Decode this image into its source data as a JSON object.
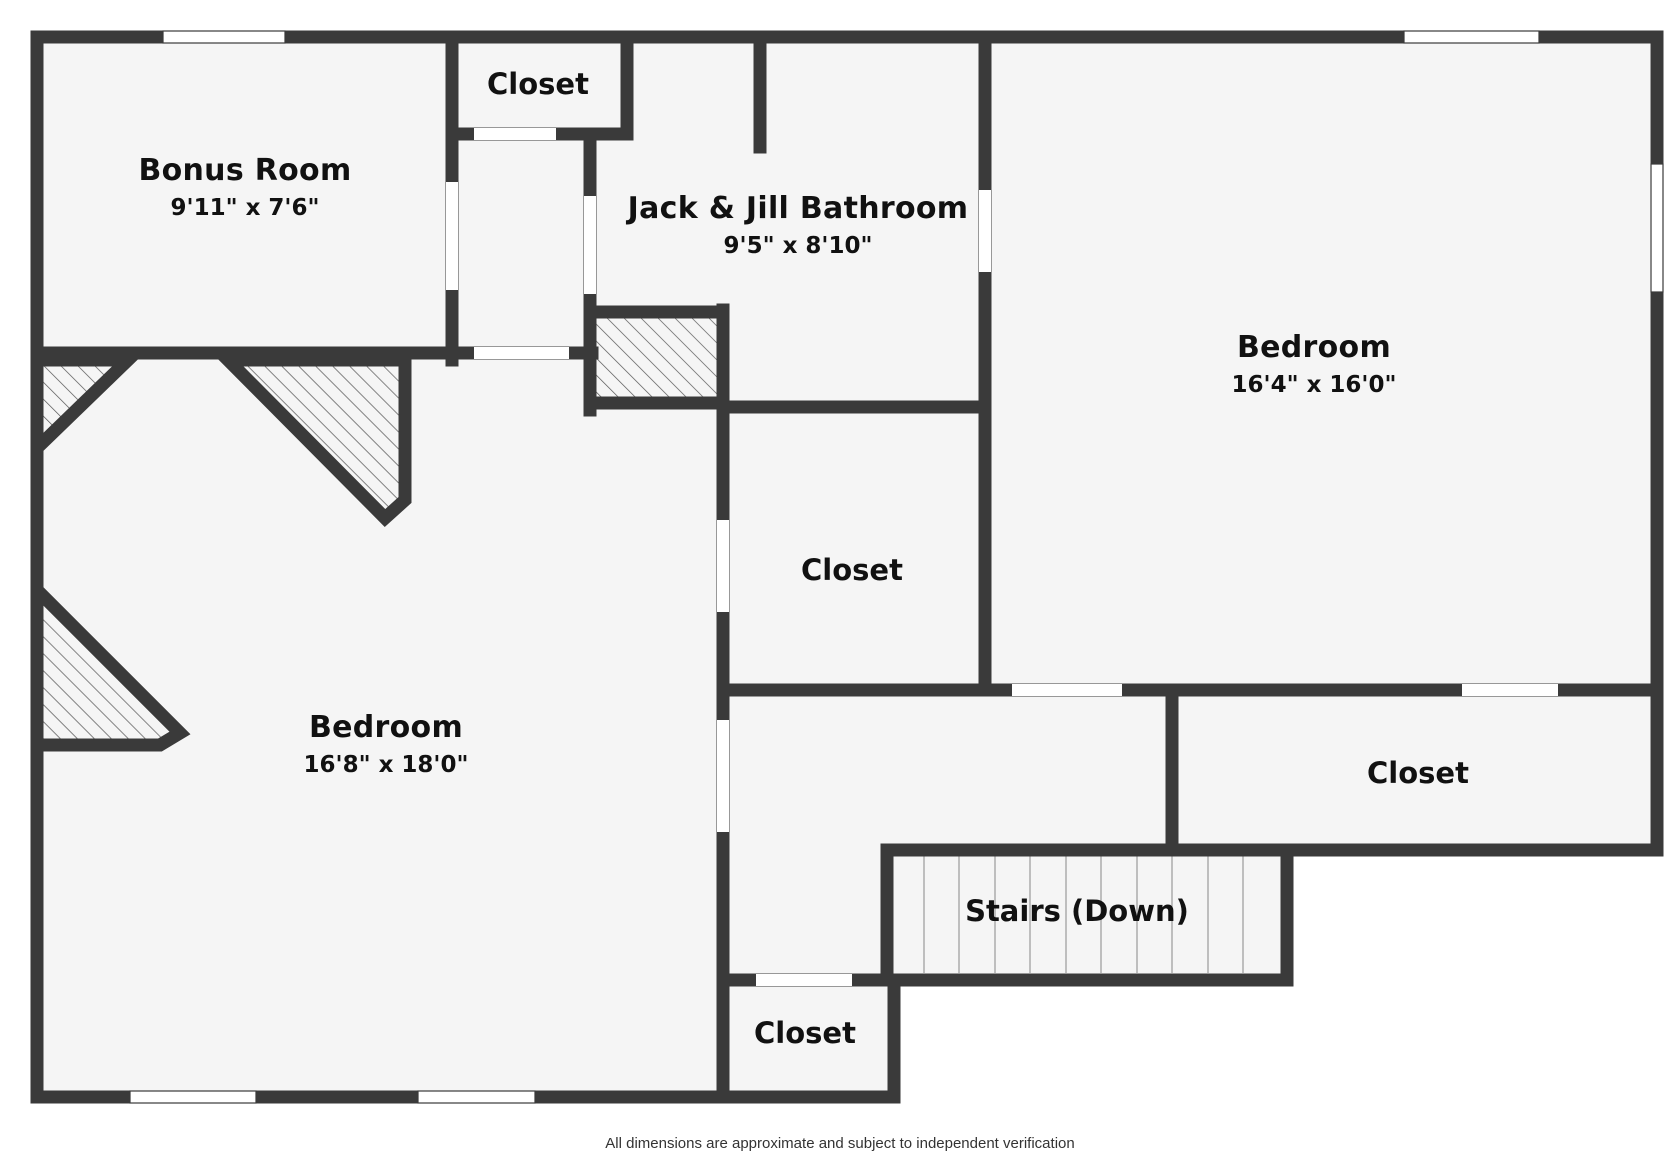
{
  "rooms": {
    "bonus_room": {
      "name": "Bonus Room",
      "dims": "9'11\" x 7'6\""
    },
    "bathroom": {
      "name": "Jack & Jill Bathroom",
      "dims": "9'5\" x 8'10\""
    },
    "bedroom_right": {
      "name": "Bedroom",
      "dims": "16'4\" x 16'0\""
    },
    "bedroom_left": {
      "name": "Bedroom",
      "dims": "16'8\" x 18'0\""
    },
    "closet_top": {
      "name": "Closet"
    },
    "closet_middle": {
      "name": "Closet"
    },
    "closet_right": {
      "name": "Closet"
    },
    "closet_bottom": {
      "name": "Closet"
    },
    "stairs": {
      "name": "Stairs (Down)"
    }
  },
  "footer": {
    "disclaimer": "All dimensions are approximate and subject to independent verification"
  },
  "colors": {
    "wall": "#3a3a3a",
    "floor": "#f5f5f5",
    "window": "#ffffff",
    "hatch": "#555555"
  }
}
